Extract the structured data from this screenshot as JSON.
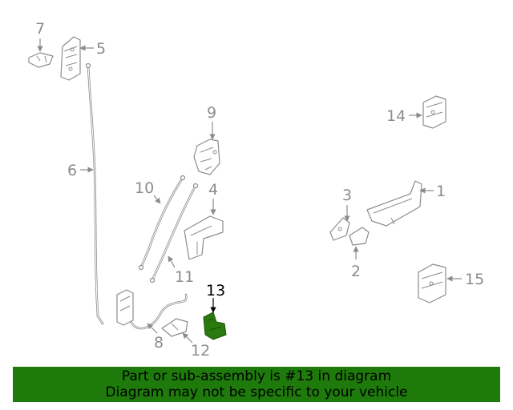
{
  "callouts": {
    "c1": "1",
    "c2": "2",
    "c3": "3",
    "c4": "4",
    "c5": "5",
    "c6": "6",
    "c7": "7",
    "c8": "8",
    "c9": "9",
    "c10": "10",
    "c11": "11",
    "c12": "12",
    "c13": "13",
    "c14": "14",
    "c15": "15"
  },
  "highlighted_part": "13",
  "colors": {
    "highlight": "#2a7a10",
    "banner": "#1e7a0b",
    "line": "#8c8c8c"
  },
  "banner": {
    "line1": "Part or sub-assembly is #13 in diagram",
    "line2": "Diagram may not be specific to your vehicle"
  }
}
